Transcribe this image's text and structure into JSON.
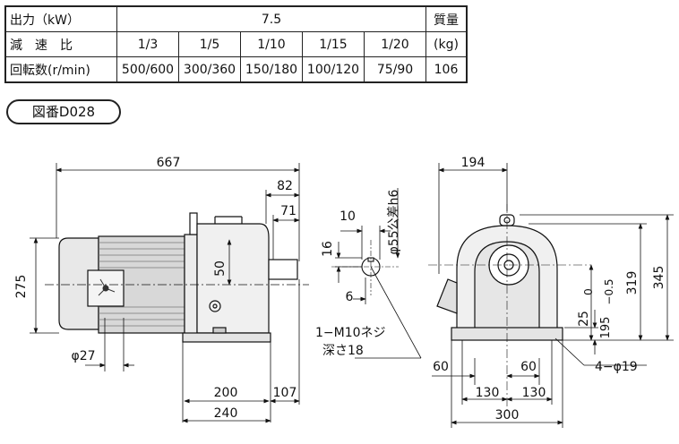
{
  "spec_table": {
    "output_label": "出力（kW）",
    "output_value": "7.5",
    "mass_label": "質量",
    "ratio_label": "減　速　比",
    "ratios": [
      "1/3",
      "1/5",
      "1/10",
      "1/15",
      "1/20"
    ],
    "mass_unit": "(kg)",
    "speed_label": "回転数(r/min)",
    "speeds": [
      "500/600",
      "300/360",
      "150/180",
      "100/120",
      "75/90"
    ],
    "mass_value": "106"
  },
  "drawing_number": "図番D028",
  "dimensions": {
    "overall_length": "667",
    "d82": "82",
    "d71": "71",
    "d50": "50",
    "height275": "275",
    "phi27": "φ27",
    "d200": "200",
    "d107": "107",
    "d240": "240",
    "key10": "10",
    "key16": "16",
    "key6": "6",
    "shaft_dia": "φ55公差h6",
    "tap_line1": "1−M10ネジ",
    "tap_line2": "深さ18",
    "width194": "194",
    "h345": "345",
    "h319": "319",
    "tol": "0",
    "tol2": "−0.5",
    "h195": "195",
    "h25": "25",
    "d60a": "60",
    "d60b": "60",
    "d130a": "130",
    "d130b": "130",
    "holes": "4−φ19",
    "w300": "300"
  }
}
